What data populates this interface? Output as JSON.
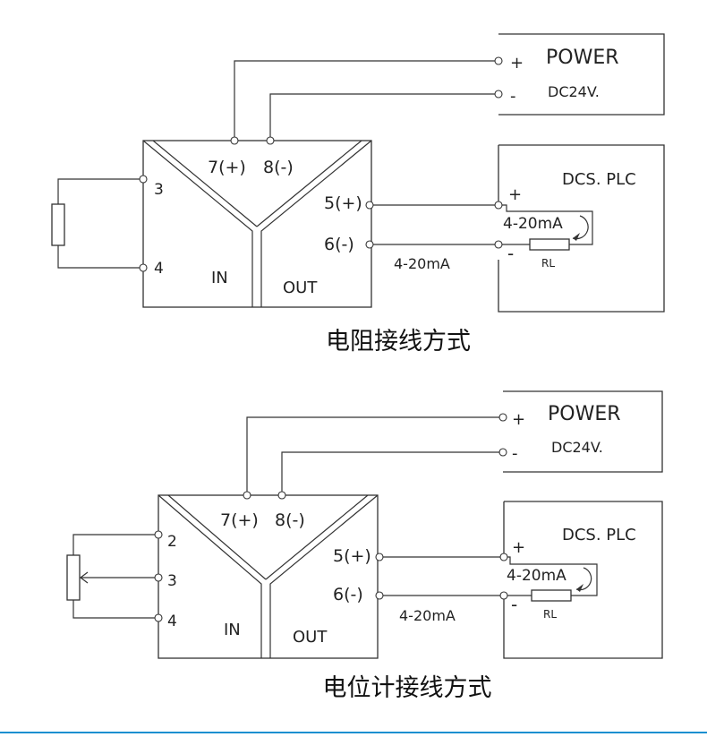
{
  "diagram1": {
    "power_plus": "+",
    "power_minus": "-",
    "power_title": "POWER",
    "power_voltage": "DC24V.",
    "dcs_title": "DCS. PLC",
    "dcs_plus": "+",
    "dcs_minus": "-",
    "loop_current": "4-20mA",
    "rl": "RL",
    "t7": "7(+)",
    "t8": "8(-)",
    "t3": "3",
    "t4": "4",
    "t5": "5(+)",
    "t6": "6(-)",
    "in": "IN",
    "out": "OUT",
    "wire_label": "4-20mA",
    "caption": "电阻接线方式"
  },
  "diagram2": {
    "power_plus": "+",
    "power_minus": "-",
    "power_title": "POWER",
    "power_voltage": "DC24V.",
    "dcs_title": "DCS. PLC",
    "dcs_plus": "+",
    "dcs_minus": "-",
    "loop_current": "4-20mA",
    "rl": "RL",
    "t7": "7(+)",
    "t8": "8(-)",
    "t2": "2",
    "t3": "3",
    "t4": "4",
    "t5": "5(+)",
    "t6": "6(-)",
    "in": "IN",
    "out": "OUT",
    "wire_label": "4-20mA",
    "caption": "电位计接线方式"
  },
  "colors": {
    "line": "#333333",
    "footer_rule": "#1a8fd0"
  }
}
